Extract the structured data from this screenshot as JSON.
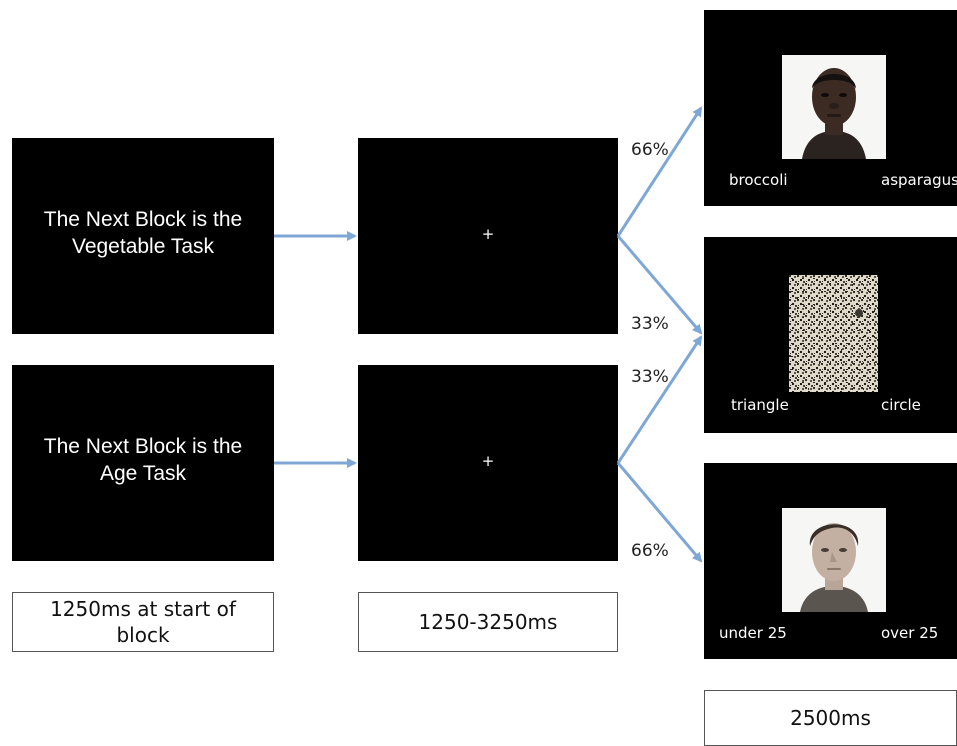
{
  "cue_screens": {
    "vegetable": {
      "line1": "The Next Block is the",
      "line2": "Vegetable Task"
    },
    "age": {
      "line1": "The Next Block is the",
      "line2": "Age Task"
    }
  },
  "fixation": {
    "symbol": "+"
  },
  "target_screens": {
    "face_dark": {
      "left": "broccoli",
      "right": "asparagus"
    },
    "noise": {
      "left": "triangle",
      "right": "circle"
    },
    "face_light": {
      "left": "under 25",
      "right": "over 25"
    }
  },
  "percentages": {
    "top_upper": "66%",
    "top_lower": "33%",
    "bottom_upper": "33%",
    "bottom_lower": "66%"
  },
  "timing": {
    "cue_line1": "1250ms at start of",
    "cue_line2": "block",
    "fixation": "1250-3250ms",
    "target": "2500ms"
  },
  "colors": {
    "arrow": "#7fa7d6",
    "screen": "#000000"
  }
}
